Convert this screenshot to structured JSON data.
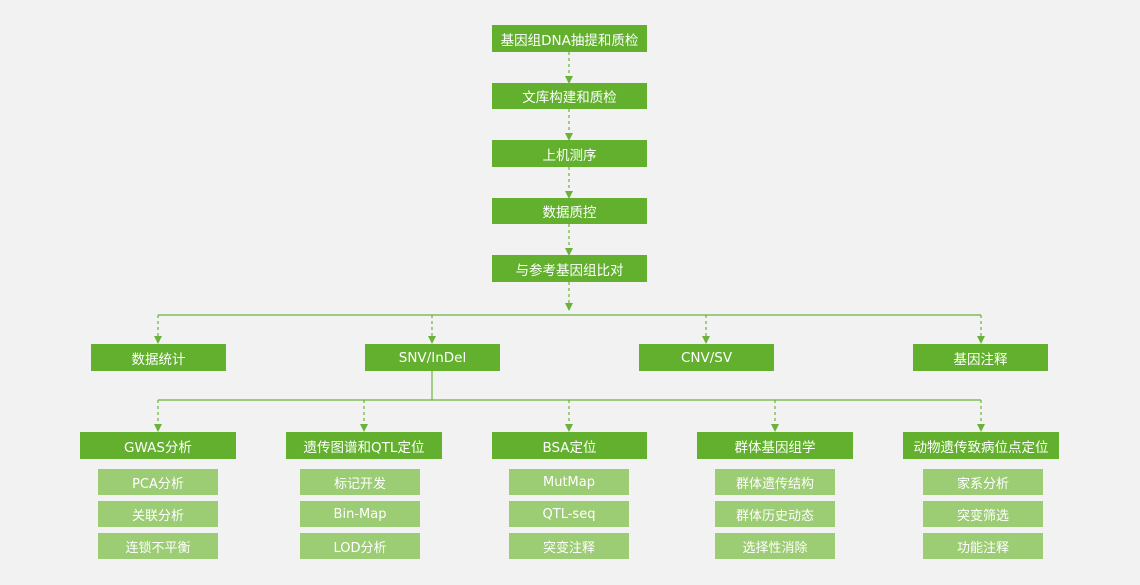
{
  "pipeline": {
    "steps": [
      "基因组DNA抽提和质检",
      "文库构建和质检",
      "上机测序",
      "数据质控",
      "与参考基因组比对"
    ]
  },
  "analyses": [
    "数据统计",
    "SNV/InDel",
    "CNV/SV",
    "基因注释"
  ],
  "applications": [
    {
      "title": "GWAS分析",
      "items": [
        "PCA分析",
        "关联分析",
        "连锁不平衡"
      ]
    },
    {
      "title": "遗传图谱和QTL定位",
      "items": [
        "标记开发",
        "Bin-Map",
        "LOD分析"
      ]
    },
    {
      "title": "BSA定位",
      "items": [
        "MutMap",
        "QTL-seq",
        "突变注释"
      ]
    },
    {
      "title": "群体基因组学",
      "items": [
        "群体遗传结构",
        "群体历史动态",
        "选择性消除"
      ]
    },
    {
      "title": "动物遗传致病位点定位",
      "items": [
        "家系分析",
        "突变筛选",
        "功能注释"
      ]
    }
  ],
  "colors": {
    "primary": "#62b02e",
    "secondary": "#9ccc74",
    "line": "#6ab23a",
    "background": "#f2f2f2"
  }
}
